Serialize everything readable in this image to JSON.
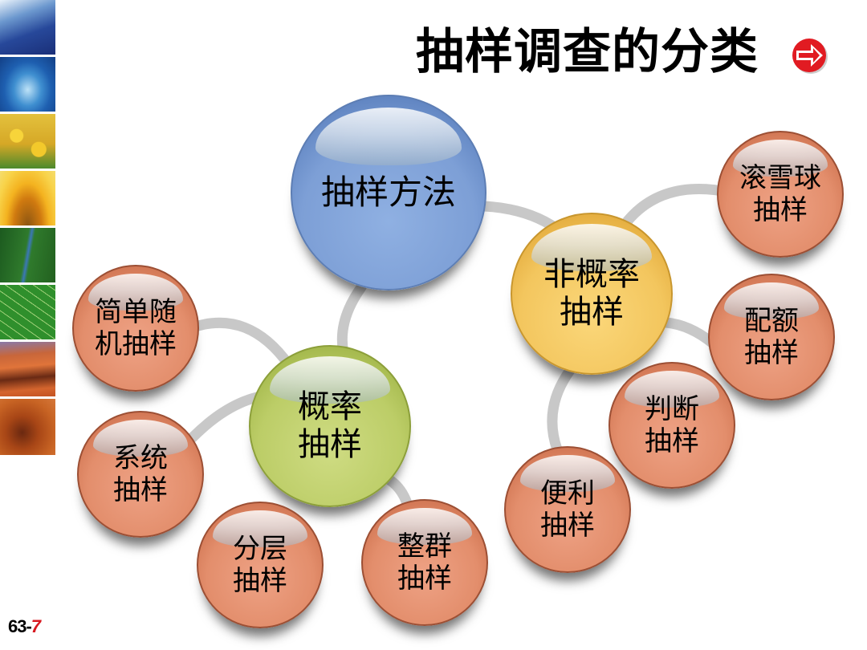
{
  "slide": {
    "title": "抽样调查的分类",
    "page_prefix": "63-",
    "page_number": "7",
    "nav_icon": "red-right-arrow-circle"
  },
  "decor_strip": {
    "tiles": [
      "ocean-wave",
      "water-droplet",
      "sunflower-field",
      "sunflower-closeup",
      "forest-river",
      "green-leaf",
      "desert-dunes",
      "footprint-sand"
    ]
  },
  "diagram": {
    "root": {
      "label": "抽样方法",
      "color": "#7d9fd6"
    },
    "branches": [
      {
        "label_line1": "概率",
        "label_line2": "抽样",
        "color": "#bccd67",
        "children": [
          {
            "line1": "简单随",
            "line2": "机抽样"
          },
          {
            "line1": "系统",
            "line2": "抽样"
          },
          {
            "line1": "分层",
            "line2": "抽样"
          },
          {
            "line1": "整群",
            "line2": "抽样"
          }
        ]
      },
      {
        "label_line1": "非概率",
        "label_line2": "抽样",
        "color": "#f3c65e",
        "children": [
          {
            "line1": "滚雪球",
            "line2": "抽样"
          },
          {
            "line1": "配额",
            "line2": "抽样"
          },
          {
            "line1": "判断",
            "line2": "抽样"
          },
          {
            "line1": "便利",
            "line2": "抽样"
          }
        ]
      }
    ],
    "leaf_color": "#e38e6c",
    "connector_color": "#c8c8c8"
  }
}
